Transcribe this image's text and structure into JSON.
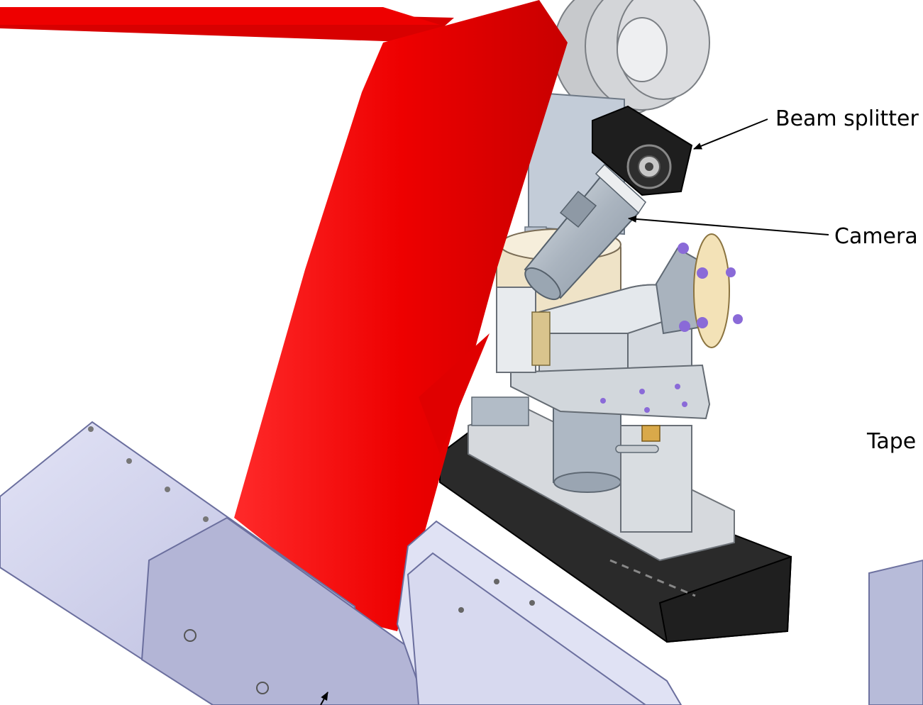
{
  "labels": {
    "beam_splitter": "Beam splitter",
    "camera": "Camera",
    "tape": "Tape"
  },
  "colors": {
    "frame_red": "#ee0000",
    "plate_blue": "#c9cbe8",
    "rail_black": "#1f1f1f",
    "metal_grey": "#c4cbd2",
    "flange_tan": "#f2e2b6",
    "bolt_purple": "#8a6ad8"
  }
}
